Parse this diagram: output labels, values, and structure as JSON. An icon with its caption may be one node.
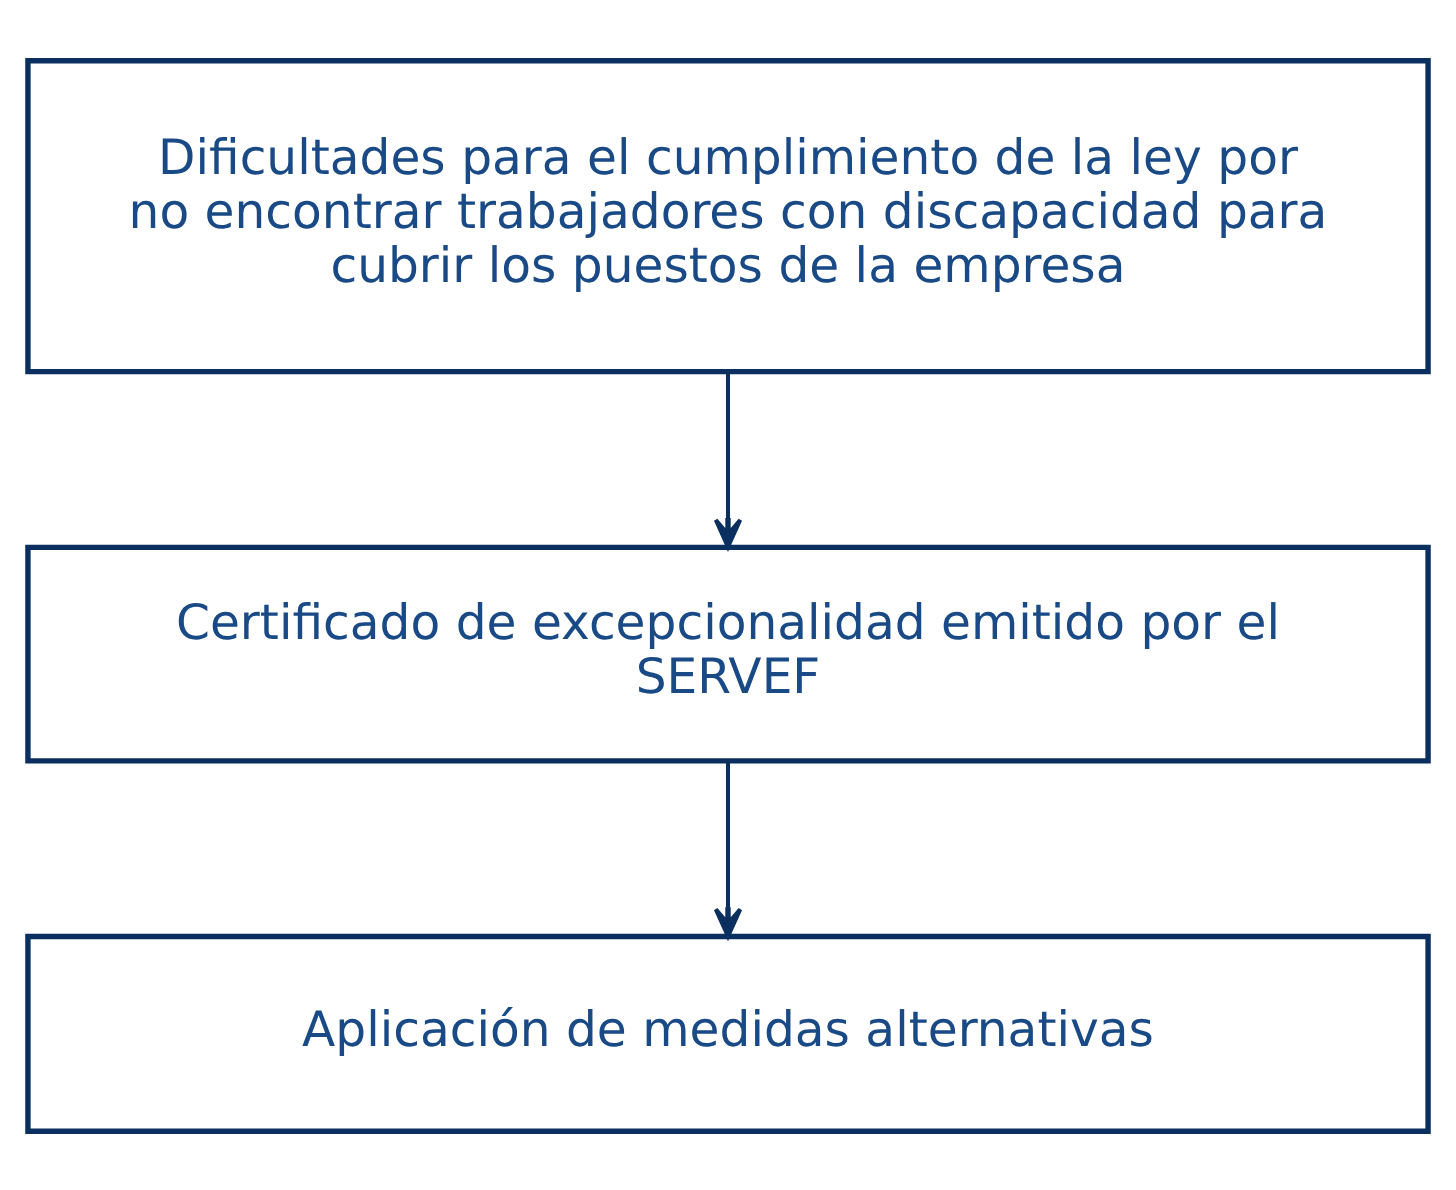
{
  "diagram": {
    "nodes": [
      {
        "text": [
          "Dificultades para el cumplimiento de la ley por no encontrar trabajadores con discapacidad para cubrir los puestos de la empresa"
        ]
      },
      {
        "text": [
          "Certificado de excepcionalidad emitido por el SERVEF"
        ]
      },
      {
        "text": [
          "Aplicación de medidas alternativas"
        ]
      }
    ],
    "edges": [
      {
        "from": 0,
        "to": 1,
        "arrow": "to"
      },
      {
        "from": 1,
        "to": 2,
        "arrow": "to"
      }
    ]
  }
}
